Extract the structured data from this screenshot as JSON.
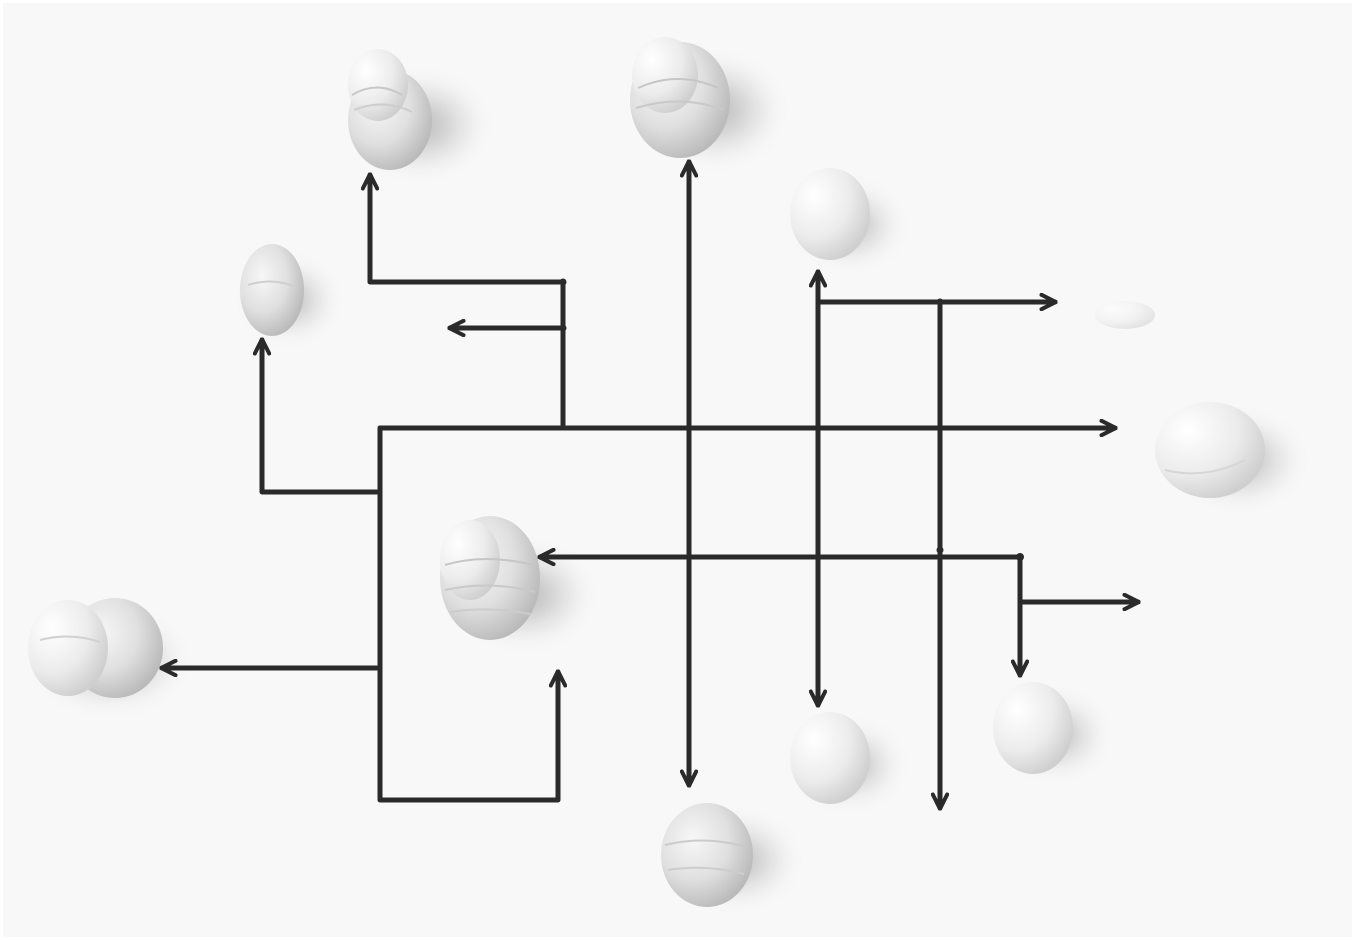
{
  "scene": {
    "palette": {
      "paper": "#f6f6f6",
      "ink": "#2a2a2a",
      "wood_light": "#f1f1f1",
      "wood_mid": "#d9d9d9",
      "wood_dark": "#b9b9b9",
      "shadow": "#000000"
    },
    "pieces": [
      "figure-top-left",
      "figure-top-center",
      "ball-top-right",
      "ball-left",
      "ball-right-faded",
      "ball-right-edge",
      "figure-center",
      "figure-far-left",
      "ball-bottom-center",
      "ball-bottom-right-1",
      "ball-bottom-right-2"
    ]
  }
}
